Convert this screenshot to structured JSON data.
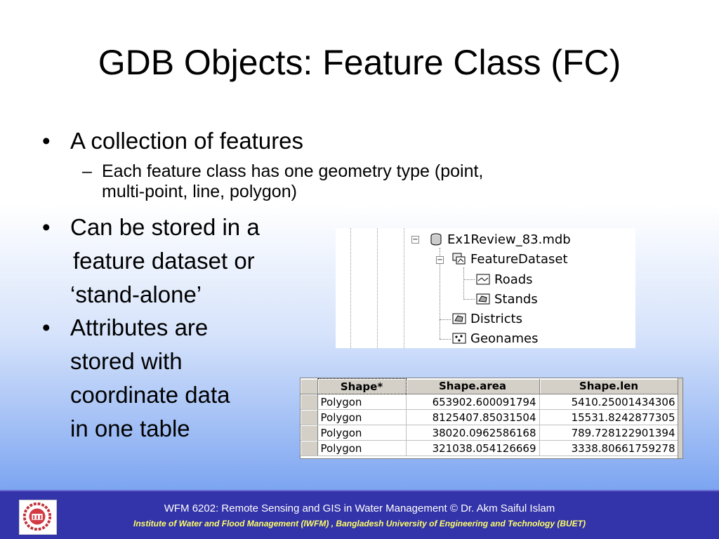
{
  "slide": {
    "title": "GDB Objects: Feature Class (FC)",
    "bullet_char": "•",
    "dash_char": "–",
    "bullets": [
      {
        "text": "A collection of features"
      },
      {
        "sub": "Each feature class has one geometry type (point,",
        "sub2": "multi-point, line, polygon)"
      },
      {
        "line1": "Can be stored in a",
        "line2": "feature dataset or",
        "line3": "‘stand-alone’"
      },
      {
        "line1": "Attributes are",
        "line2": "stored with",
        "line3": "coordinate data",
        "line4": "in one table"
      }
    ]
  },
  "tree": {
    "expand_minus": "−",
    "items": [
      {
        "label": "Ex1Review_83.mdb",
        "icon": "database-icon"
      },
      {
        "label": "FeatureDataset",
        "icon": "feature-dataset-icon"
      },
      {
        "label": "Roads",
        "icon": "line-feature-class-icon"
      },
      {
        "label": "Stands",
        "icon": "polygon-feature-class-icon"
      },
      {
        "label": "Districts",
        "icon": "polygon-feature-class-icon"
      },
      {
        "label": "Geonames",
        "icon": "point-feature-class-icon"
      }
    ]
  },
  "table": {
    "columns": [
      "Shape*",
      "Shape.area",
      "Shape.len"
    ],
    "rows": [
      [
        "Polygon",
        "653902.600091794",
        "5410.25001434306"
      ],
      [
        "Polygon",
        "8125407.85031504",
        "15531.8242877305"
      ],
      [
        "Polygon",
        "38020.0962586168",
        "789.728122901394"
      ],
      [
        "Polygon",
        "321038.054126669",
        "3338.80661759278"
      ]
    ]
  },
  "footer": {
    "line1": "WFM 6202: Remote Sensing and GIS in Water Management © Dr. Akm Saiful Islam",
    "line2": "Institute of Water and Flood Management (IWFM) , Bangladesh University of Engineering and Technology (BUET)",
    "logo_icon": "buet-logo-icon"
  },
  "colors": {
    "footer_bg": "#3333aa",
    "footer_line2": "#ffff66",
    "bg_bottom": "#5e90ee"
  }
}
